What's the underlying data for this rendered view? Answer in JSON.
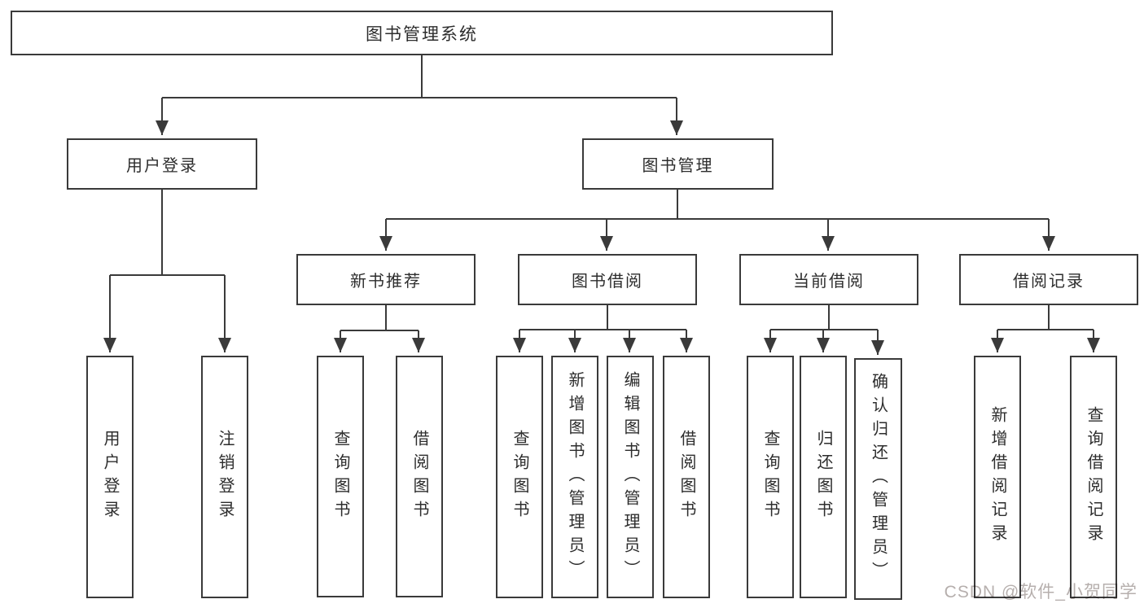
{
  "tree": {
    "label": "图书管理系统",
    "children": [
      {
        "label": "用户登录",
        "children": [
          {
            "label": "用户登录"
          },
          {
            "label": "注销登录"
          }
        ]
      },
      {
        "label": "图书管理",
        "children": [
          {
            "label": "新书推荐",
            "children": [
              {
                "label": "查询图书"
              },
              {
                "label": "借阅图书"
              }
            ]
          },
          {
            "label": "图书借阅",
            "children": [
              {
                "label": "查询图书"
              },
              {
                "label": "新增图书（管理员）"
              },
              {
                "label": "编辑图书（管理员）"
              },
              {
                "label": "借阅图书"
              }
            ]
          },
          {
            "label": "当前借阅",
            "children": [
              {
                "label": "查询图书"
              },
              {
                "label": "归还图书"
              },
              {
                "label": "确认归还（管理员）"
              }
            ]
          },
          {
            "label": "借阅记录",
            "children": [
              {
                "label": "新增借阅记录"
              },
              {
                "label": "查询借阅记录"
              }
            ]
          }
        ]
      }
    ]
  },
  "colors": {
    "line": "#3a3a3a",
    "text": "#2d2d2d",
    "watermark": "#b6afad",
    "background": "#ffffff"
  },
  "watermark": "CSDN @软件_小贺同学"
}
